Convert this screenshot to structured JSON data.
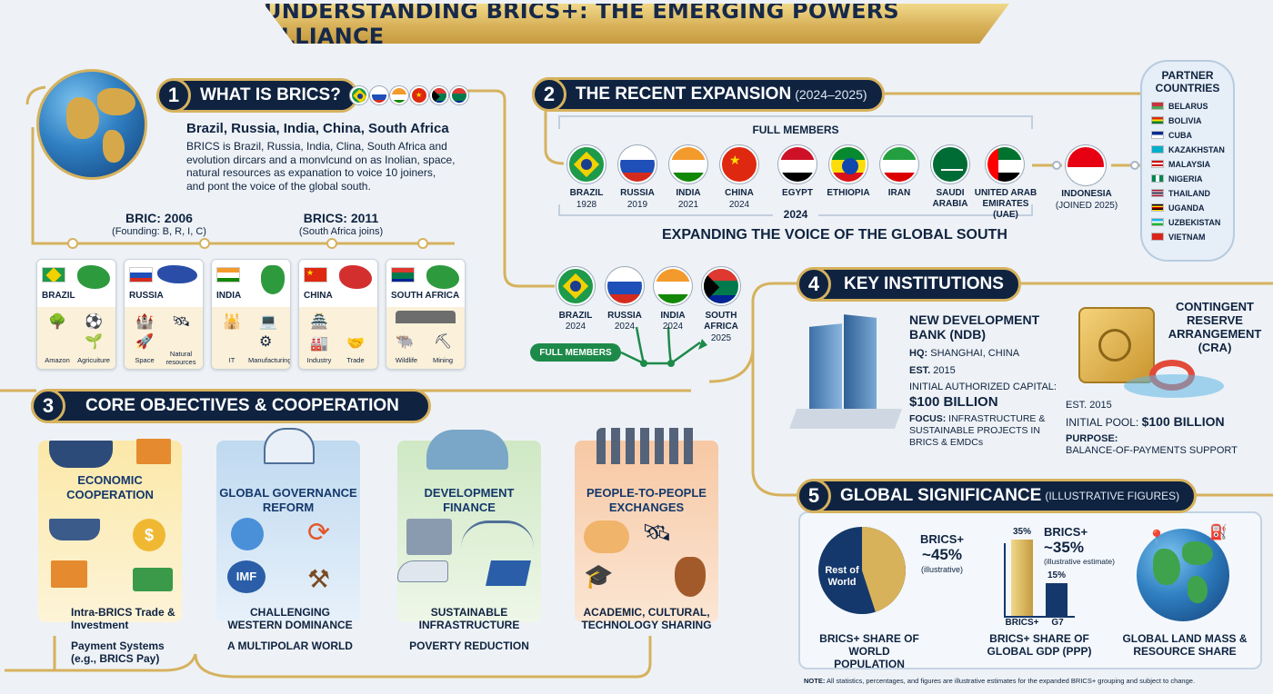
{
  "title": "UNDERSTANDING BRICS+: THE EMERGING POWERS ALLIANCE",
  "section1": {
    "num": "1",
    "title": "WHAT IS BRICS?",
    "heading": "Brazil, Russia, India, China, South Africa",
    "body_lines": [
      "BRICS is Brazil, Russia, India, Clina, South Africa and",
      "evolution dircars and a monvlcund on as Inolian, space,",
      "natural resources as expanation to voice 10 joiners,",
      "and pont the voice of the global south."
    ],
    "bric_label": "BRIC: 2006",
    "bric_sub": "(Founding: B, R, I, C)",
    "brics_label": "BRICS: 2011",
    "brics_sub": "(South Africa joins)",
    "cards": [
      {
        "name": "BRAZIL",
        "items": [
          "Amazon",
          "Agricuiture"
        ]
      },
      {
        "name": "RUSSIA",
        "items": [
          "Space",
          "Natural resources"
        ]
      },
      {
        "name": "INDIA",
        "items": [
          "IT",
          "Manufacturing"
        ]
      },
      {
        "name": "CHINA",
        "items": [
          "Industry",
          "Trade"
        ]
      },
      {
        "name": "SOUTH AFRICA",
        "items": [
          "Wildlife",
          "Mining"
        ]
      }
    ]
  },
  "section2": {
    "num": "2",
    "title": "THE RECENT EXPANSION",
    "subtitle": "(2024–2025)",
    "full_members_label": "FULL MEMBERS",
    "members": [
      {
        "name": "BRAZIL",
        "year": "1928"
      },
      {
        "name": "RUSSIA",
        "year": "2019"
      },
      {
        "name": "INDIA",
        "year": "2021"
      },
      {
        "name": "CHINA",
        "year": "2024"
      },
      {
        "name": "EGYPT",
        "year": ""
      },
      {
        "name": "ETHIOPIA",
        "year": ""
      },
      {
        "name": "IRAN",
        "year": ""
      },
      {
        "name": "SAUDI ARABIA",
        "year": ""
      },
      {
        "name": "UNITED ARAB EMIRATES (UAE)",
        "year": ""
      }
    ],
    "indonesia": {
      "name": "INDONESIA",
      "year": "(JOINED 2025)"
    },
    "year_2024": "2024",
    "tagline": "EXPANDING THE VOICE OF THE GLOBAL SOUTH",
    "lower_members": [
      {
        "name": "BRAZIL",
        "year": "2024"
      },
      {
        "name": "RUSSIA",
        "year": "2024"
      },
      {
        "name": "INDIA",
        "year": "2024"
      },
      {
        "name": "SOUTH AFRICA",
        "year": "2025"
      }
    ],
    "full_members_button": "FULL MEMBERS"
  },
  "partners": {
    "title": "PARTNER COUNTRIES",
    "list": [
      "BELARUS",
      "BOLIVIA",
      "CUBA",
      "KAZAKHSTAN",
      "MALAYSIA",
      "NIGERIA",
      "THAILAND",
      "UGANDA",
      "UZBEKISTAN",
      "VIETNAM"
    ]
  },
  "section3": {
    "num": "3",
    "title": "CORE OBJECTIVES & COOPERATION",
    "panels": [
      {
        "title": "ECONOMIC COOPERATION",
        "lines": [
          "Intra-BRICS Trade & Investment",
          "Payment Systems (e.g., BRICS Pay)"
        ]
      },
      {
        "title": "GLOBAL GOVERNANCE REFORM",
        "lines": [
          "CHALLENGING WESTERN DOMINANCE",
          "A MULTIPOLAR WORLD"
        ],
        "imf": "IMF"
      },
      {
        "title": "DEVELOPMENT FINANCE",
        "lines": [
          "SUSTAINABLE INFRASTRUCTURE",
          "POVERTY REDUCTION"
        ]
      },
      {
        "title": "PEOPLE-TO-PEOPLE EXCHANGES",
        "lines": [
          "ACADEMIC, CULTURAL, TECHNOLOGY SHARING"
        ]
      }
    ]
  },
  "section4": {
    "num": "4",
    "title": "KEY INSTITUTIONS",
    "ndb": {
      "name": "NEW DEVELOPMENT BANK (NDB)",
      "hq_label": "HQ:",
      "hq": "SHANGHAI, CHINA",
      "est_label": "EST.",
      "est": "2015",
      "capital_label": "INITIAL AUTHORIZED CAPITAL:",
      "capital": "$100 BILLION",
      "focus_label": "FOCUS:",
      "focus": "INFRASTRUCTURE & SUSTAINABLE PROJECTS IN BRICS & EMDCs"
    },
    "cra": {
      "name": "CONTINGENT RESERVE ARRANGEMENT (CRA)",
      "est": "EST. 2015",
      "pool_label": "INITIAL POOL:",
      "pool": "$100 BILLION",
      "purpose_label": "PURPOSE:",
      "purpose": "BALANCE-OF-PAYMENTS SUPPORT"
    }
  },
  "section5": {
    "num": "5",
    "title": "GLOBAL SIGNIFICANCE",
    "subtitle": "(ILLUSTRATIVE FIGURES)",
    "pop": {
      "rest_label": "Rest of World",
      "label": "BRICS+",
      "value": "~45%",
      "note": "(illustrative)",
      "caption": "BRICS+ SHARE OF WORLD POPULATION",
      "share": 0.45
    },
    "gdp": {
      "label": "BRICS+",
      "value": "~35%",
      "note": "(illustrative estimate)",
      "bar1_label": "35%",
      "bar2_label": "15%",
      "cat1": "BRICS+",
      "cat2": "G7",
      "caption": "BRICS+ SHARE OF GLOBAL GDP (PPP)",
      "v1": 35,
      "v2": 15
    },
    "land": {
      "caption": "GLOBAL LAND MASS & RESOURCE SHARE"
    }
  },
  "note_label": "NOTE:",
  "note": "All statistics, percentages, and figures are illustrative estimates for the expanded BRICS+ grouping and subject to change.",
  "colors": {
    "navy": "#0f2340",
    "gold": "#d6b25e",
    "green": "#1d8a4a"
  }
}
